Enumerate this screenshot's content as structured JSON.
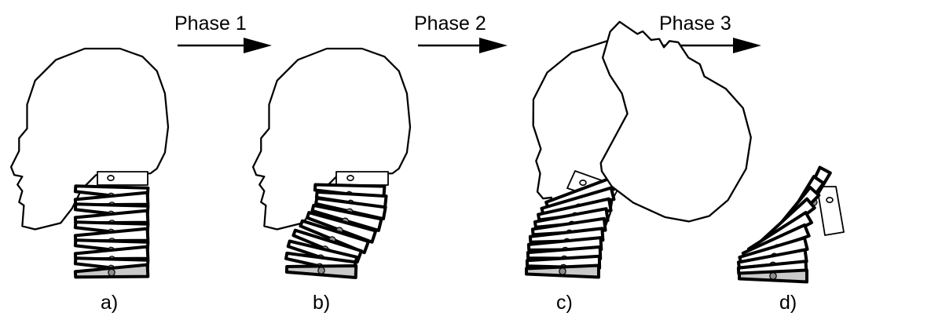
{
  "phases": [
    {
      "label": "Phase 1"
    },
    {
      "label": "Phase 2"
    },
    {
      "label": "Phase 3"
    }
  ],
  "panels": [
    {
      "label": "a)"
    },
    {
      "label": "b)"
    },
    {
      "label": "c)"
    },
    {
      "label": "d)"
    }
  ]
}
